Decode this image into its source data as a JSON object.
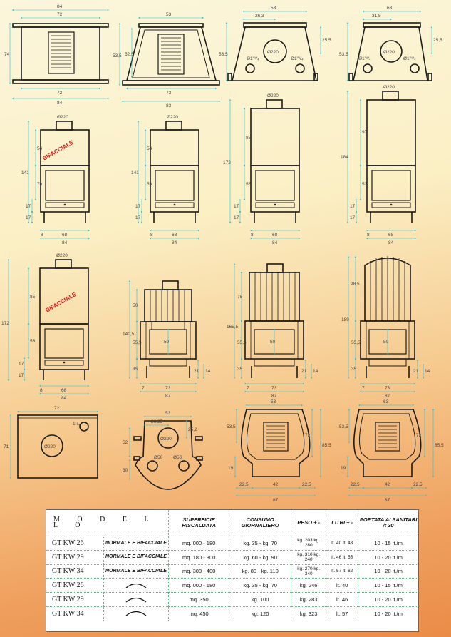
{
  "colors": {
    "dim": "#22c0d8",
    "line": "#1c1c1c",
    "bg_top": "#fbf6dc",
    "bg_bottom": "#ea8c48"
  },
  "row1": {
    "d1": {
      "w_top": "84",
      "w_inner": "72",
      "h": "74",
      "w_bot": "72",
      "w_base": "84"
    },
    "d2": {
      "w_top": "53",
      "h_out": "53,5",
      "h_in": "52,5",
      "w_bot": "73",
      "w_base": "83"
    },
    "d3": {
      "w_top": "53",
      "half": "26,3",
      "h": "53,5",
      "side": "25,5",
      "flue": "Ø220",
      "port_l": "Ø1\"¹/₄",
      "port_r": "Ø1\"¹/₄"
    },
    "d4": {
      "w_top": "63",
      "half": "31,5",
      "h": "53,5",
      "side": "25,5",
      "flue": "Ø220",
      "port_l": "Ø1\"¹/₄",
      "port_r": "Ø1\"¹/₄"
    }
  },
  "row2": {
    "flue": "Ø220",
    "bif": "BIFACCIALE",
    "d1": {
      "h_tot": "141",
      "h_top": "54",
      "h_mid": "70",
      "h_a": "17",
      "h_b": "17",
      "leg": "8",
      "w_in": "68",
      "w": "84"
    },
    "d2": {
      "h_tot": "141",
      "h_top": "54",
      "h_mid": "53",
      "h_a": "17",
      "h_b": "17",
      "leg": "8",
      "w_in": "68",
      "w": "84"
    },
    "d3": {
      "h_tot": "172",
      "h_top": "85",
      "h_mid": "53",
      "h_a": "17",
      "h_b": "17",
      "leg": "8",
      "w_in": "68",
      "w": "84"
    },
    "d4": {
      "h_tot": "184",
      "h_top": "97",
      "h_mid": "53",
      "h_a": "17",
      "h_b": "17",
      "leg": "8",
      "w_in": "68",
      "w": "84"
    }
  },
  "row3": {
    "flue": "Ø220",
    "bif": "BIFACCIALE",
    "d1": {
      "h_tot": "172",
      "h_top": "85",
      "h_mid": "53",
      "h_a": "17",
      "h_b": "17",
      "leg": "8",
      "w_in": "68",
      "w": "84"
    },
    "d2": {
      "h_tot": "140,5",
      "h_top": "50",
      "h_mid": "55,5",
      "h_low": "35",
      "inner": "50",
      "r1": "21",
      "r2": "14",
      "leg": "7",
      "w_in": "73",
      "w": "87"
    },
    "d3": {
      "h_tot": "165,5",
      "h_top": "75",
      "h_mid": "55,5",
      "h_low": "35",
      "inner": "50",
      "r1": "21",
      "r2": "14",
      "leg": "7",
      "w_in": "73",
      "w": "87"
    },
    "d4": {
      "h_tot": "189",
      "h_top": "98,5",
      "h_mid": "55,5",
      "h_low": "35",
      "inner": "50",
      "r1": "21",
      "r2": "14",
      "leg": "7",
      "w_in": "73",
      "w": "87"
    }
  },
  "row4": {
    "d1": {
      "w": "72",
      "h": "71",
      "flue": "Ø220",
      "port": "1¹/₄"
    },
    "d2": {
      "w": "53",
      "a": "26,25",
      "b": "25,2",
      "c": "52",
      "d": "30",
      "flue": "Ø220",
      "p1": "Ø50",
      "p2": "Ø50"
    },
    "d3": {
      "w": "53",
      "h_a": "53,5",
      "h_b": "72",
      "h_c": "85,5",
      "h_d": "19",
      "s1": "22,5",
      "s2": "22,5",
      "mid": "42",
      "w_tot": "87"
    },
    "d4": {
      "w": "63",
      "h_a": "53,5",
      "h_b": "72",
      "h_c": "85,5",
      "h_d": "19",
      "s1": "22,5",
      "s2": "22,5",
      "mid": "42",
      "w_tot": "87"
    }
  },
  "table": {
    "headers": {
      "modello": "M O D E L L O",
      "superficie": "SUPERFICIE RISCALDATA",
      "consumo": "CONSUMO GIORNALIERO",
      "peso": "PESO + -",
      "litri": "LITRI + -",
      "portata": "PORTATA AI SANITARI /t 30"
    },
    "rows": [
      {
        "model": "GT KW 26",
        "type": "NORMALE E BIFACCIALE",
        "sup": "mq. 000 - 180",
        "cons": "kg. 35 - kg. 70",
        "peso": "kg. 203 kg. 280",
        "litri": "lt. 40 lt. 48",
        "portata": "10 - 15 lt./m"
      },
      {
        "model": "GT KW 29",
        "type": "NORMALE E BIFACCIALE",
        "sup": "mq. 180 - 300",
        "cons": "kg. 60 - kg. 90",
        "peso": "kg. 310 kg. 240",
        "litri": "lt. 46 lt. 55",
        "portata": "10 - 20 lt./m"
      },
      {
        "model": "GT KW 34",
        "type": "NORMALE E BIFACCIALE",
        "sup": "mq. 300 - 400",
        "cons": "kg. 80 - kg. 110",
        "peso": "kg. 270 kg. 340",
        "litri": "lt. 57 lt. 62",
        "portata": "10 - 20 lt./m"
      },
      {
        "model": "GT KW 26",
        "type": "",
        "sup": "mq. 000 - 180",
        "cons": "kg. 35 - kg. 70",
        "peso": "kg. 246",
        "litri": "lt. 40",
        "portata": "10 - 15 lt./m"
      },
      {
        "model": "GT KW 29",
        "type": "",
        "sup": "mq. 350",
        "cons": "kg. 100",
        "peso": "kg. 283",
        "litri": "lt. 46",
        "portata": "10 - 20 lt./m"
      },
      {
        "model": "GT KW 34",
        "type": "",
        "sup": "mq. 450",
        "cons": "kg. 120",
        "peso": "kg. 323",
        "litri": "lt. 57",
        "portata": "10 - 20 lt./m"
      }
    ]
  }
}
